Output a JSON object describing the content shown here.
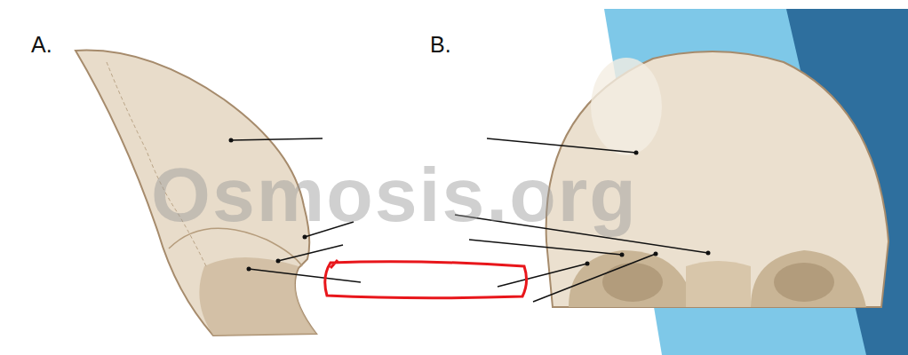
{
  "diagram": {
    "labels": [
      "A.",
      "B.",
      "Osmosis.org"
    ]
  }
}
